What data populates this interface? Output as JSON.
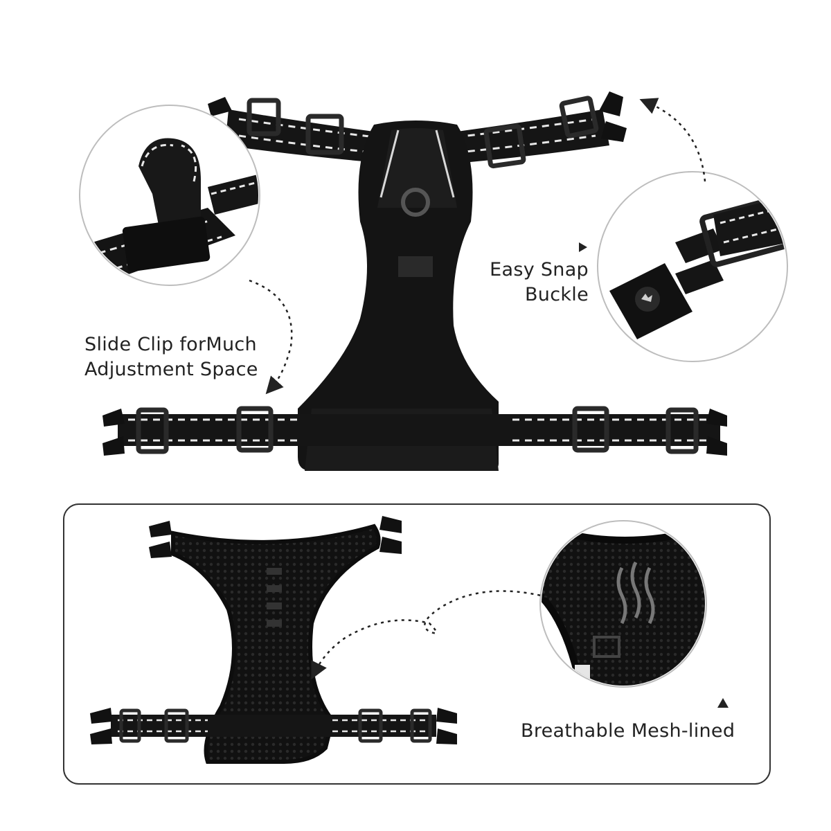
{
  "callouts": {
    "slide_clip": {
      "line1": "Slide Clip forMuch",
      "line2": "Adjustment Space"
    },
    "snap_buckle": {
      "line1": "Easy Snap",
      "line2": "Buckle"
    },
    "mesh": {
      "text": "Breathable Mesh-lined"
    }
  },
  "colors": {
    "background": "#ffffff",
    "harness": "#161616",
    "strap_stitch": "#e8e8e8",
    "panel_border": "#333333",
    "circle_border": "#bdbdbd"
  }
}
